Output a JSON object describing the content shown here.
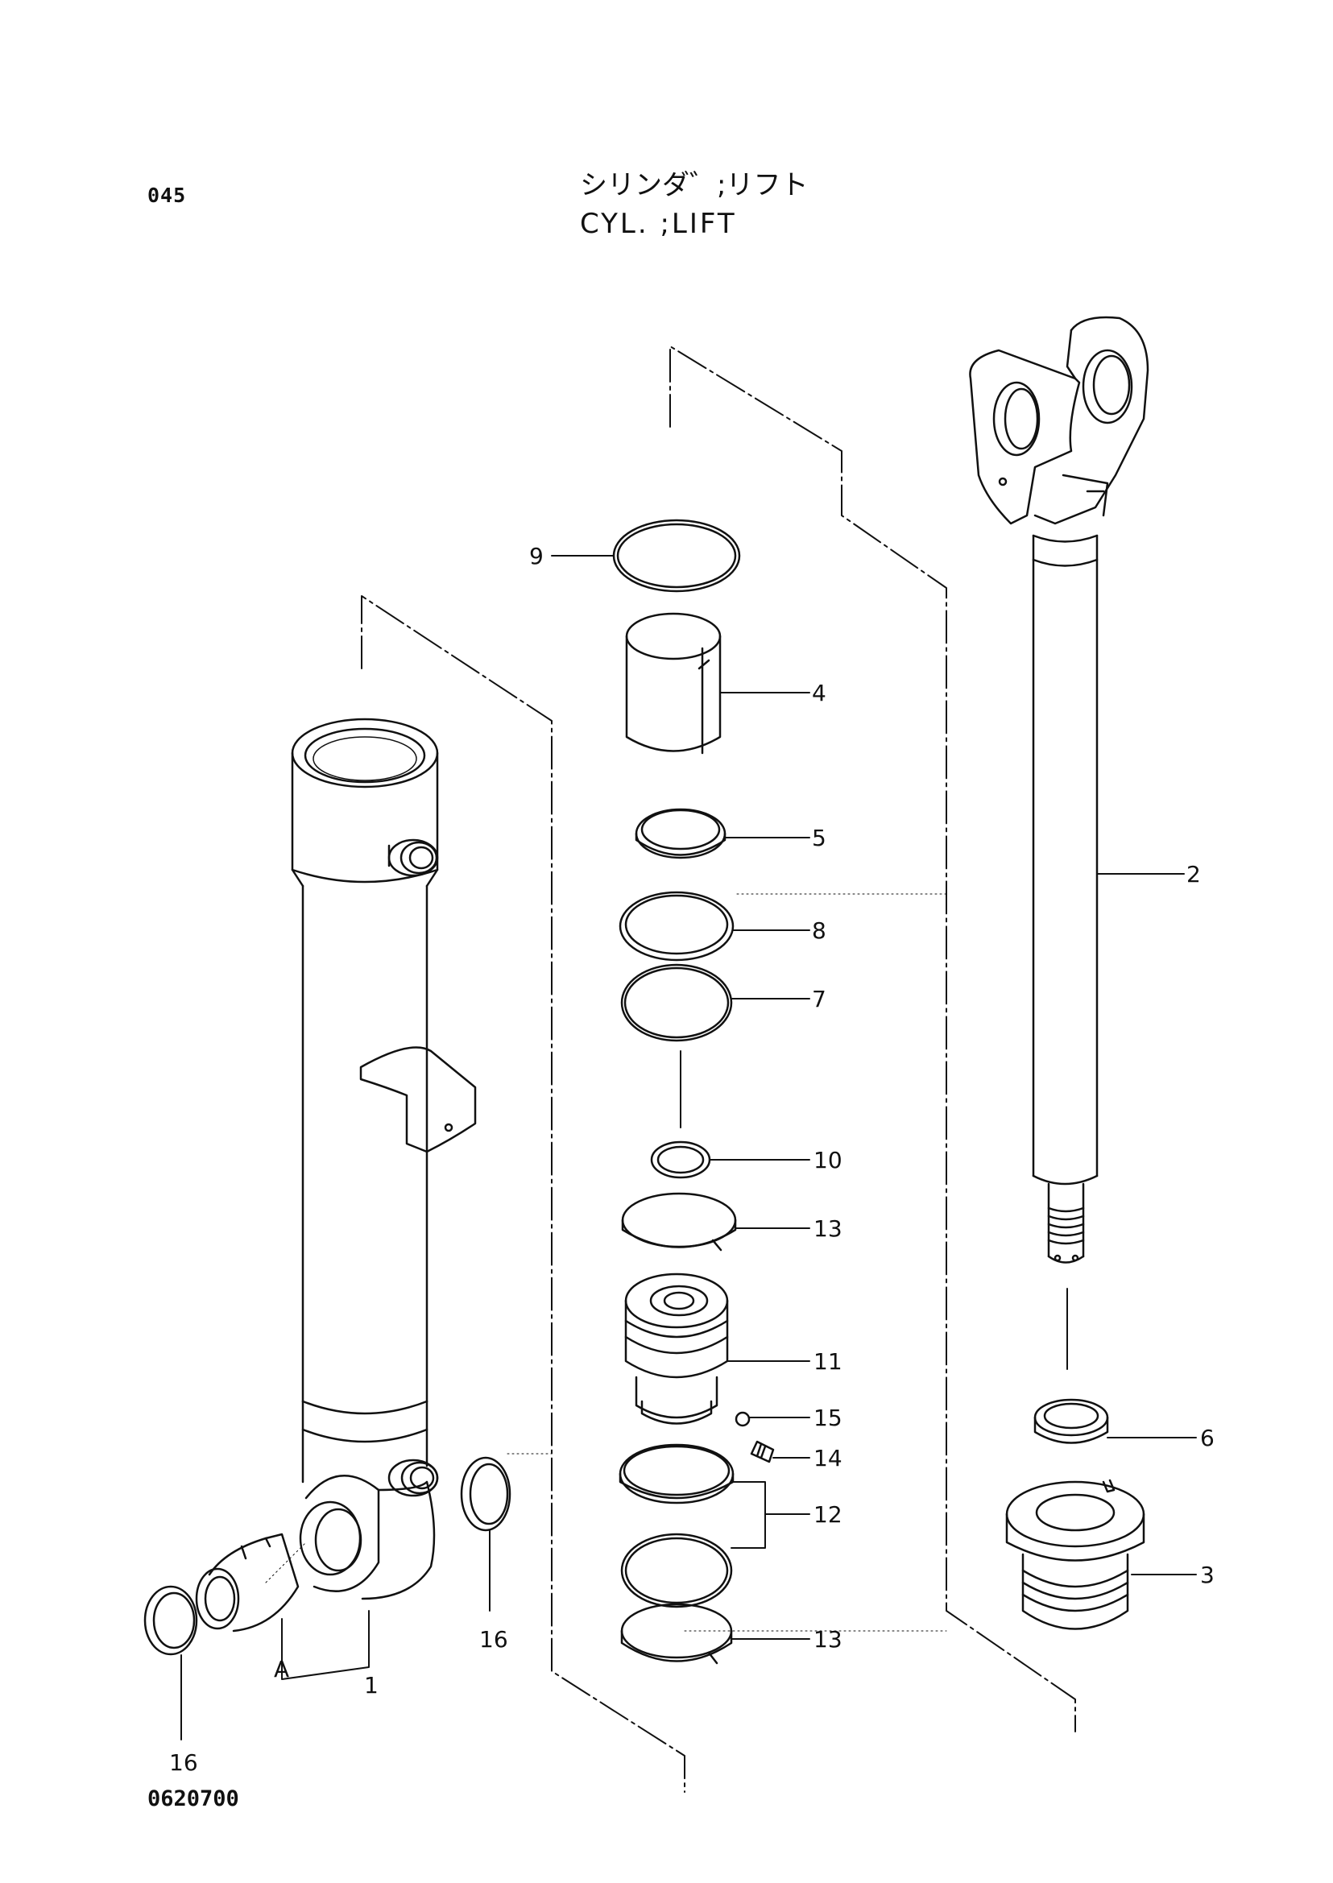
{
  "header": {
    "page_code": "045",
    "title_jp": "シリンダ゛;リフト",
    "title_en": "CYL. ;LIFT"
  },
  "footer": {
    "drawing_number": "0620700"
  },
  "callouts": [
    {
      "id": "c9",
      "label": "9"
    },
    {
      "id": "c4",
      "label": "4"
    },
    {
      "id": "c5",
      "label": "5"
    },
    {
      "id": "c2",
      "label": "2"
    },
    {
      "id": "c8",
      "label": "8"
    },
    {
      "id": "c7",
      "label": "7"
    },
    {
      "id": "c10",
      "label": "10"
    },
    {
      "id": "c13a",
      "label": "13"
    },
    {
      "id": "c11",
      "label": "11"
    },
    {
      "id": "c15",
      "label": "15"
    },
    {
      "id": "c14",
      "label": "14"
    },
    {
      "id": "c6",
      "label": "6"
    },
    {
      "id": "c12",
      "label": "12"
    },
    {
      "id": "c3",
      "label": "3"
    },
    {
      "id": "c13b",
      "label": "13"
    },
    {
      "id": "c16a",
      "label": "16"
    },
    {
      "id": "cA",
      "label": "A"
    },
    {
      "id": "c1",
      "label": "1"
    },
    {
      "id": "c16b",
      "label": "16"
    }
  ]
}
